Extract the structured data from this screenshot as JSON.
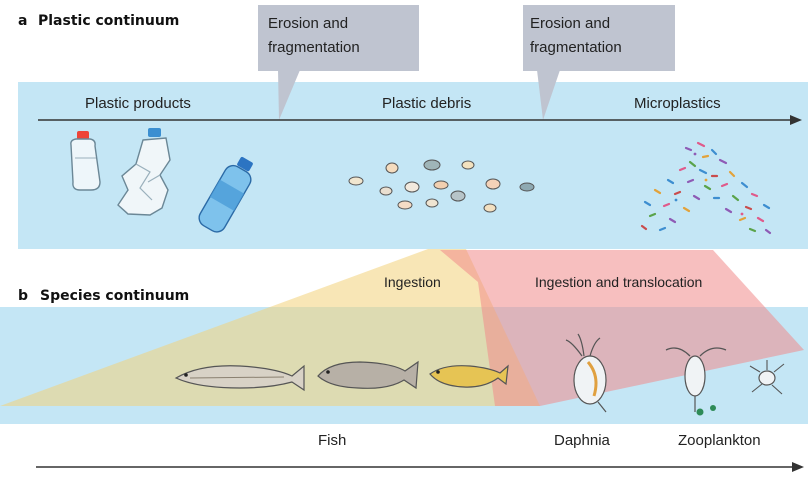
{
  "panel_a": {
    "letter": "a",
    "title": "Plastic continuum",
    "callout_1": [
      "Erosion and",
      "fragmentation"
    ],
    "callout_2": [
      "Erosion and",
      "fragmentation"
    ],
    "stage_1": "Plastic products",
    "stage_2": "Plastic debris",
    "stage_3": "Microplastics"
  },
  "panel_b": {
    "letter": "b",
    "title": "Species continuum",
    "wedge_1": "Ingestion",
    "wedge_2": "Ingestion and translocation",
    "organism_1": "Fish",
    "organism_2": "Daphnia",
    "organism_3": "Zooplankton"
  },
  "colors": {
    "band": "#c4e6f5",
    "callout": "#bfc4d0",
    "ingestion_wedge": "#f2d27a",
    "translocation_wedge": "#f08a8a"
  }
}
